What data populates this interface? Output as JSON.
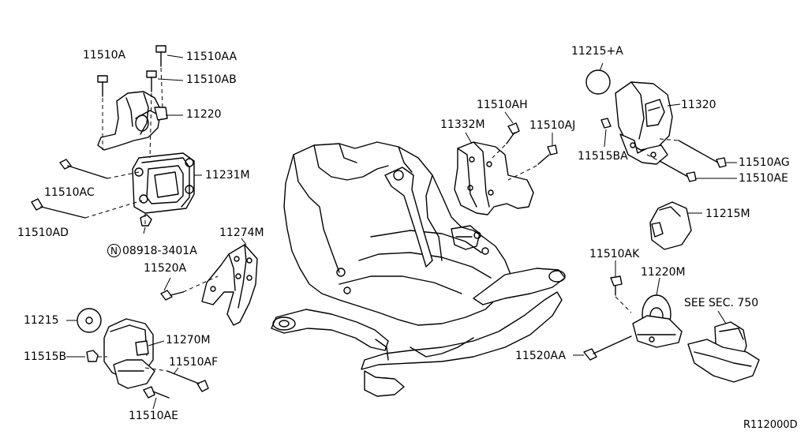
{
  "diagram_code": "R112000D",
  "notes": {
    "see_sec": "SEE SEC. 750"
  },
  "nut_marker": "N",
  "labels": {
    "p11510A": "11510A",
    "p11510AA": "11510AA",
    "p11510AB": "11510AB",
    "p11220": "11220",
    "p11231M": "11231M",
    "p11510AC": "11510AC",
    "p11510AD": "11510AD",
    "p08918": "08918-3401A",
    "p11274M": "11274M",
    "p11520A": "11520A",
    "p11215": "11215",
    "p11270M": "11270M",
    "p11515B": "11515B",
    "p11510AF": "11510AF",
    "p11510AE_left": "11510AE",
    "p11332M": "11332M",
    "p11510AH": "11510AH",
    "p11510AJ": "11510AJ",
    "p11215A": "11215+A",
    "p11320": "11320",
    "p11515BA": "11515BA",
    "p11510AG": "11510AG",
    "p11510AE_right": "11510AE",
    "p11215M": "11215M",
    "p11510AK": "11510AK",
    "p11220M": "11220M",
    "p11520AA": "11520AA"
  }
}
